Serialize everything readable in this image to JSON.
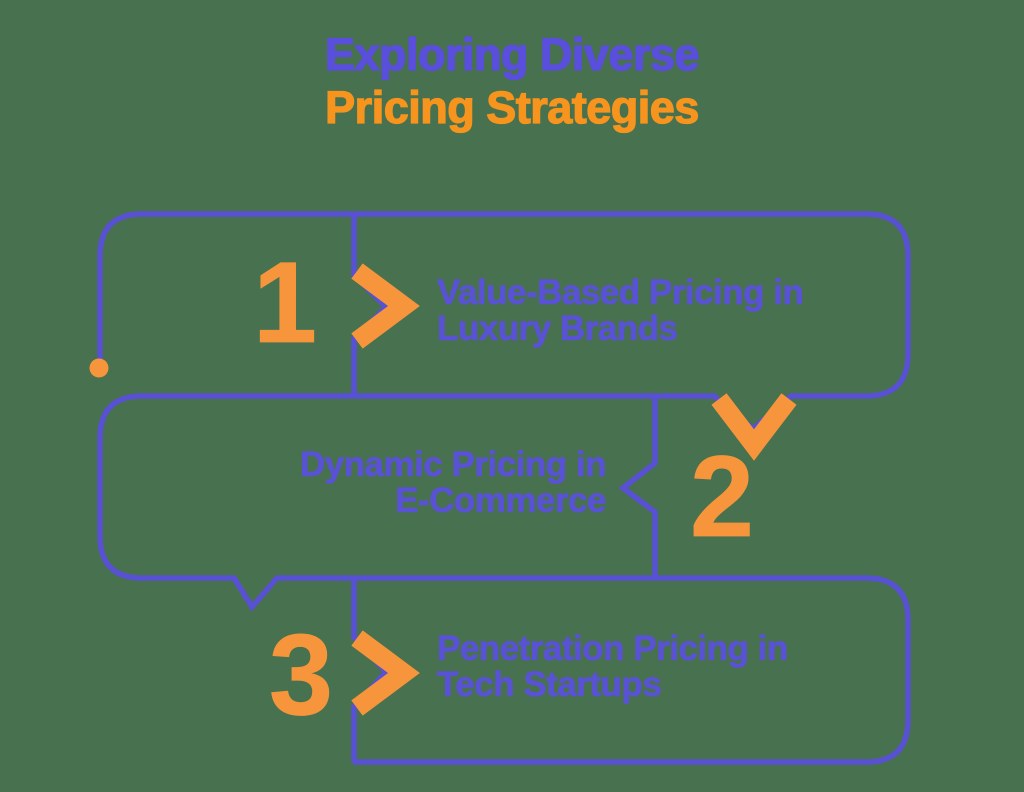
{
  "title": {
    "line1": "Exploring Diverse",
    "line2": "Pricing Strategies"
  },
  "items": [
    {
      "number": "1",
      "label_line1": "Value-Based Pricing in",
      "label_line2": "Luxury Brands"
    },
    {
      "number": "2",
      "label_line1": "Dynamic Pricing in",
      "label_line2": "E-Commerce"
    },
    {
      "number": "3",
      "label_line1": "Penetration Pricing in",
      "label_line2": "Tech Startups"
    }
  ],
  "icons": {
    "step1": "chevron-right-icon",
    "step2": "chevron-down-icon",
    "step3": "chevron-right-icon",
    "start": "start-dot-icon"
  },
  "colors": {
    "background": "#47714F",
    "line_purple": "#5951D4",
    "title_purple": "#5A4EDC",
    "title_orange": "#F7941E",
    "accent_orange": "#F6953B",
    "label_purple": "#5A52D5"
  }
}
